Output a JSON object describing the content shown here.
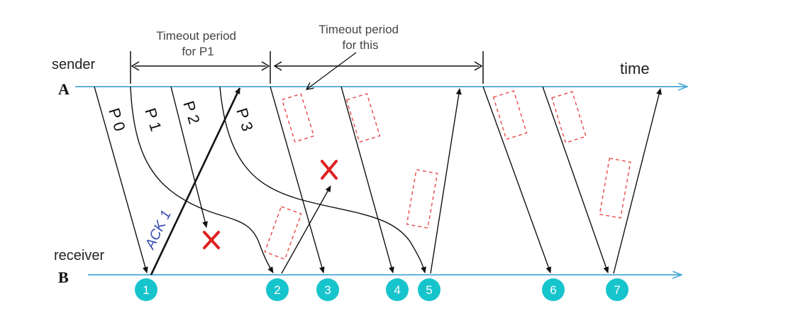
{
  "labels": {
    "sender": "sender",
    "receiver": "receiver",
    "node_a": "A",
    "node_b": "B",
    "time": "time",
    "timeout_p1": [
      "Timeout period",
      "for P1"
    ],
    "timeout_this": [
      "Timeout period",
      "for this"
    ],
    "p0": "P 0",
    "p1": "P 1",
    "p2": "P 2",
    "p3": "P 3",
    "ack1": "ACK 1"
  },
  "markers": [
    "1",
    "2",
    "3",
    "4",
    "5",
    "6",
    "7"
  ],
  "colors": {
    "timeline": "#4aa8d8",
    "arrow": "#111111",
    "lost": "#e02020",
    "dashed": "#e84b4b",
    "badge": "#16c4cc",
    "ack_text": "#3a4db0"
  }
}
